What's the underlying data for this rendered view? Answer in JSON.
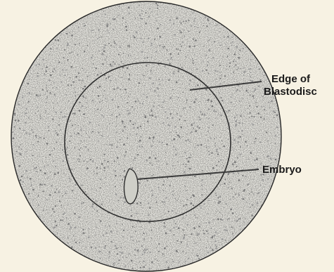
{
  "labels": {
    "edge_line1": "Edge of",
    "edge_line2": "Blastodisc",
    "embryo": "Embryo"
  },
  "colors": {
    "background": "#f7f2e3",
    "disc_fill": "#e9e8e2",
    "stipple": "#8a8a8a",
    "outline": "#2b2b2b",
    "leader_line": "#3a3a3a"
  }
}
